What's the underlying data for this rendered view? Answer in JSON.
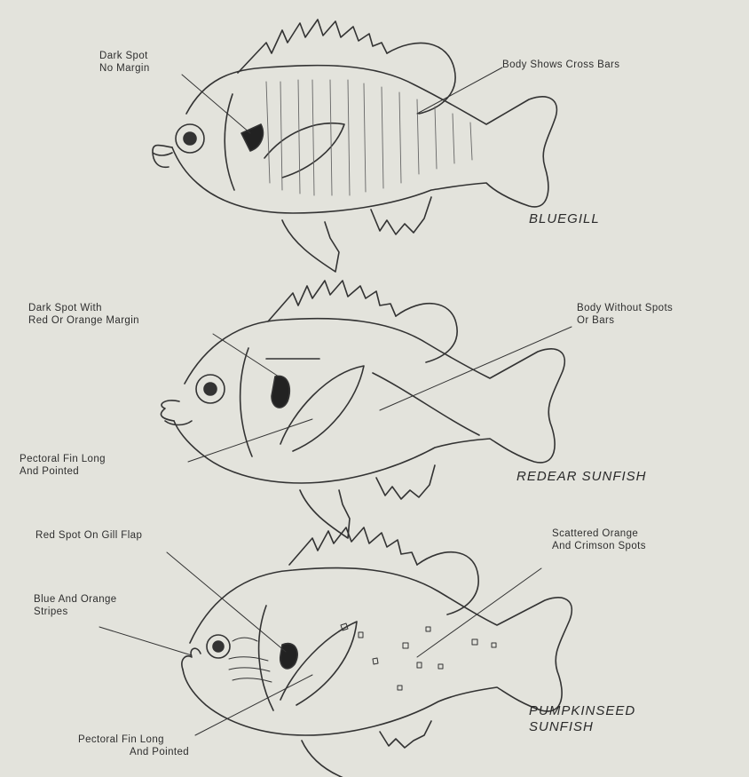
{
  "fish": [
    {
      "species": "BLUEGILL",
      "labels": [
        {
          "lines": [
            "Dark Spot",
            "No Margin"
          ]
        },
        {
          "lines": [
            "Body Shows Cross Bars"
          ]
        }
      ]
    },
    {
      "species": "REDEAR SUNFISH",
      "labels": [
        {
          "lines": [
            "Dark Spot With",
            "Red Or Orange Margin"
          ]
        },
        {
          "lines": [
            "Body Without Spots",
            "Or Bars"
          ]
        },
        {
          "lines": [
            "Pectoral Fin Long",
            "And Pointed"
          ]
        }
      ]
    },
    {
      "species_lines": [
        "PUMPKINSEED",
        "SUNFISH"
      ],
      "labels": [
        {
          "lines": [
            "Red Spot On Gill Flap"
          ]
        },
        {
          "lines": [
            "Scattered Orange",
            "And Crimson Spots"
          ]
        },
        {
          "lines": [
            "Blue And Orange",
            "Stripes"
          ]
        },
        {
          "lines": [
            "Pectoral Fin Long",
            "And Pointed"
          ]
        }
      ]
    }
  ]
}
